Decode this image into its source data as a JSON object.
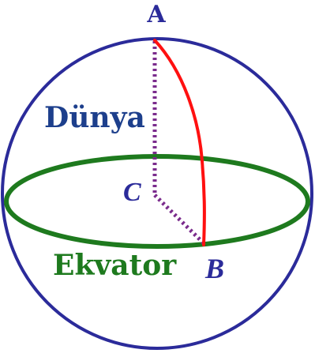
{
  "labels": {
    "point_a": "A",
    "point_b": "B",
    "point_c": "C",
    "earth": "Dünya",
    "equator": "Ekvator"
  },
  "colors": {
    "sphere_outline": "#2b2b9a",
    "equator": "#1e7a1e",
    "arc_ab": "#ff1010",
    "radius_lines": "#7a2b8c",
    "point_label": "#2b2b9a",
    "earth_label": "#1d3f8c",
    "equator_label": "#1e7a1e"
  }
}
